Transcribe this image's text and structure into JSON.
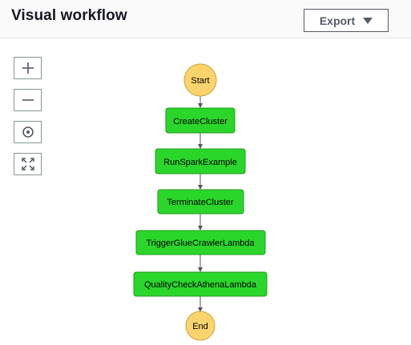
{
  "header": {
    "title": "Visual workflow",
    "export_label": "Export"
  },
  "controls": {
    "zoom_in": "zoom-in-icon",
    "zoom_out": "zoom-out-icon",
    "center": "center-icon",
    "fit": "fit-to-screen-icon"
  },
  "workflow": {
    "start_label": "Start",
    "end_label": "End",
    "steps": [
      {
        "label": "CreateCluster"
      },
      {
        "label": "RunSparkExample"
      },
      {
        "label": "TerminateCluster"
      },
      {
        "label": "TriggerGlueCrawlerLambda"
      },
      {
        "label": "QualityCheckAthenaLambda"
      }
    ]
  },
  "colors": {
    "state_fill": "#2bd62b",
    "state_stroke": "#1f9b1f",
    "terminal_fill": "#fbd46d",
    "terminal_stroke": "#c9a43a",
    "edge": "#555555"
  }
}
